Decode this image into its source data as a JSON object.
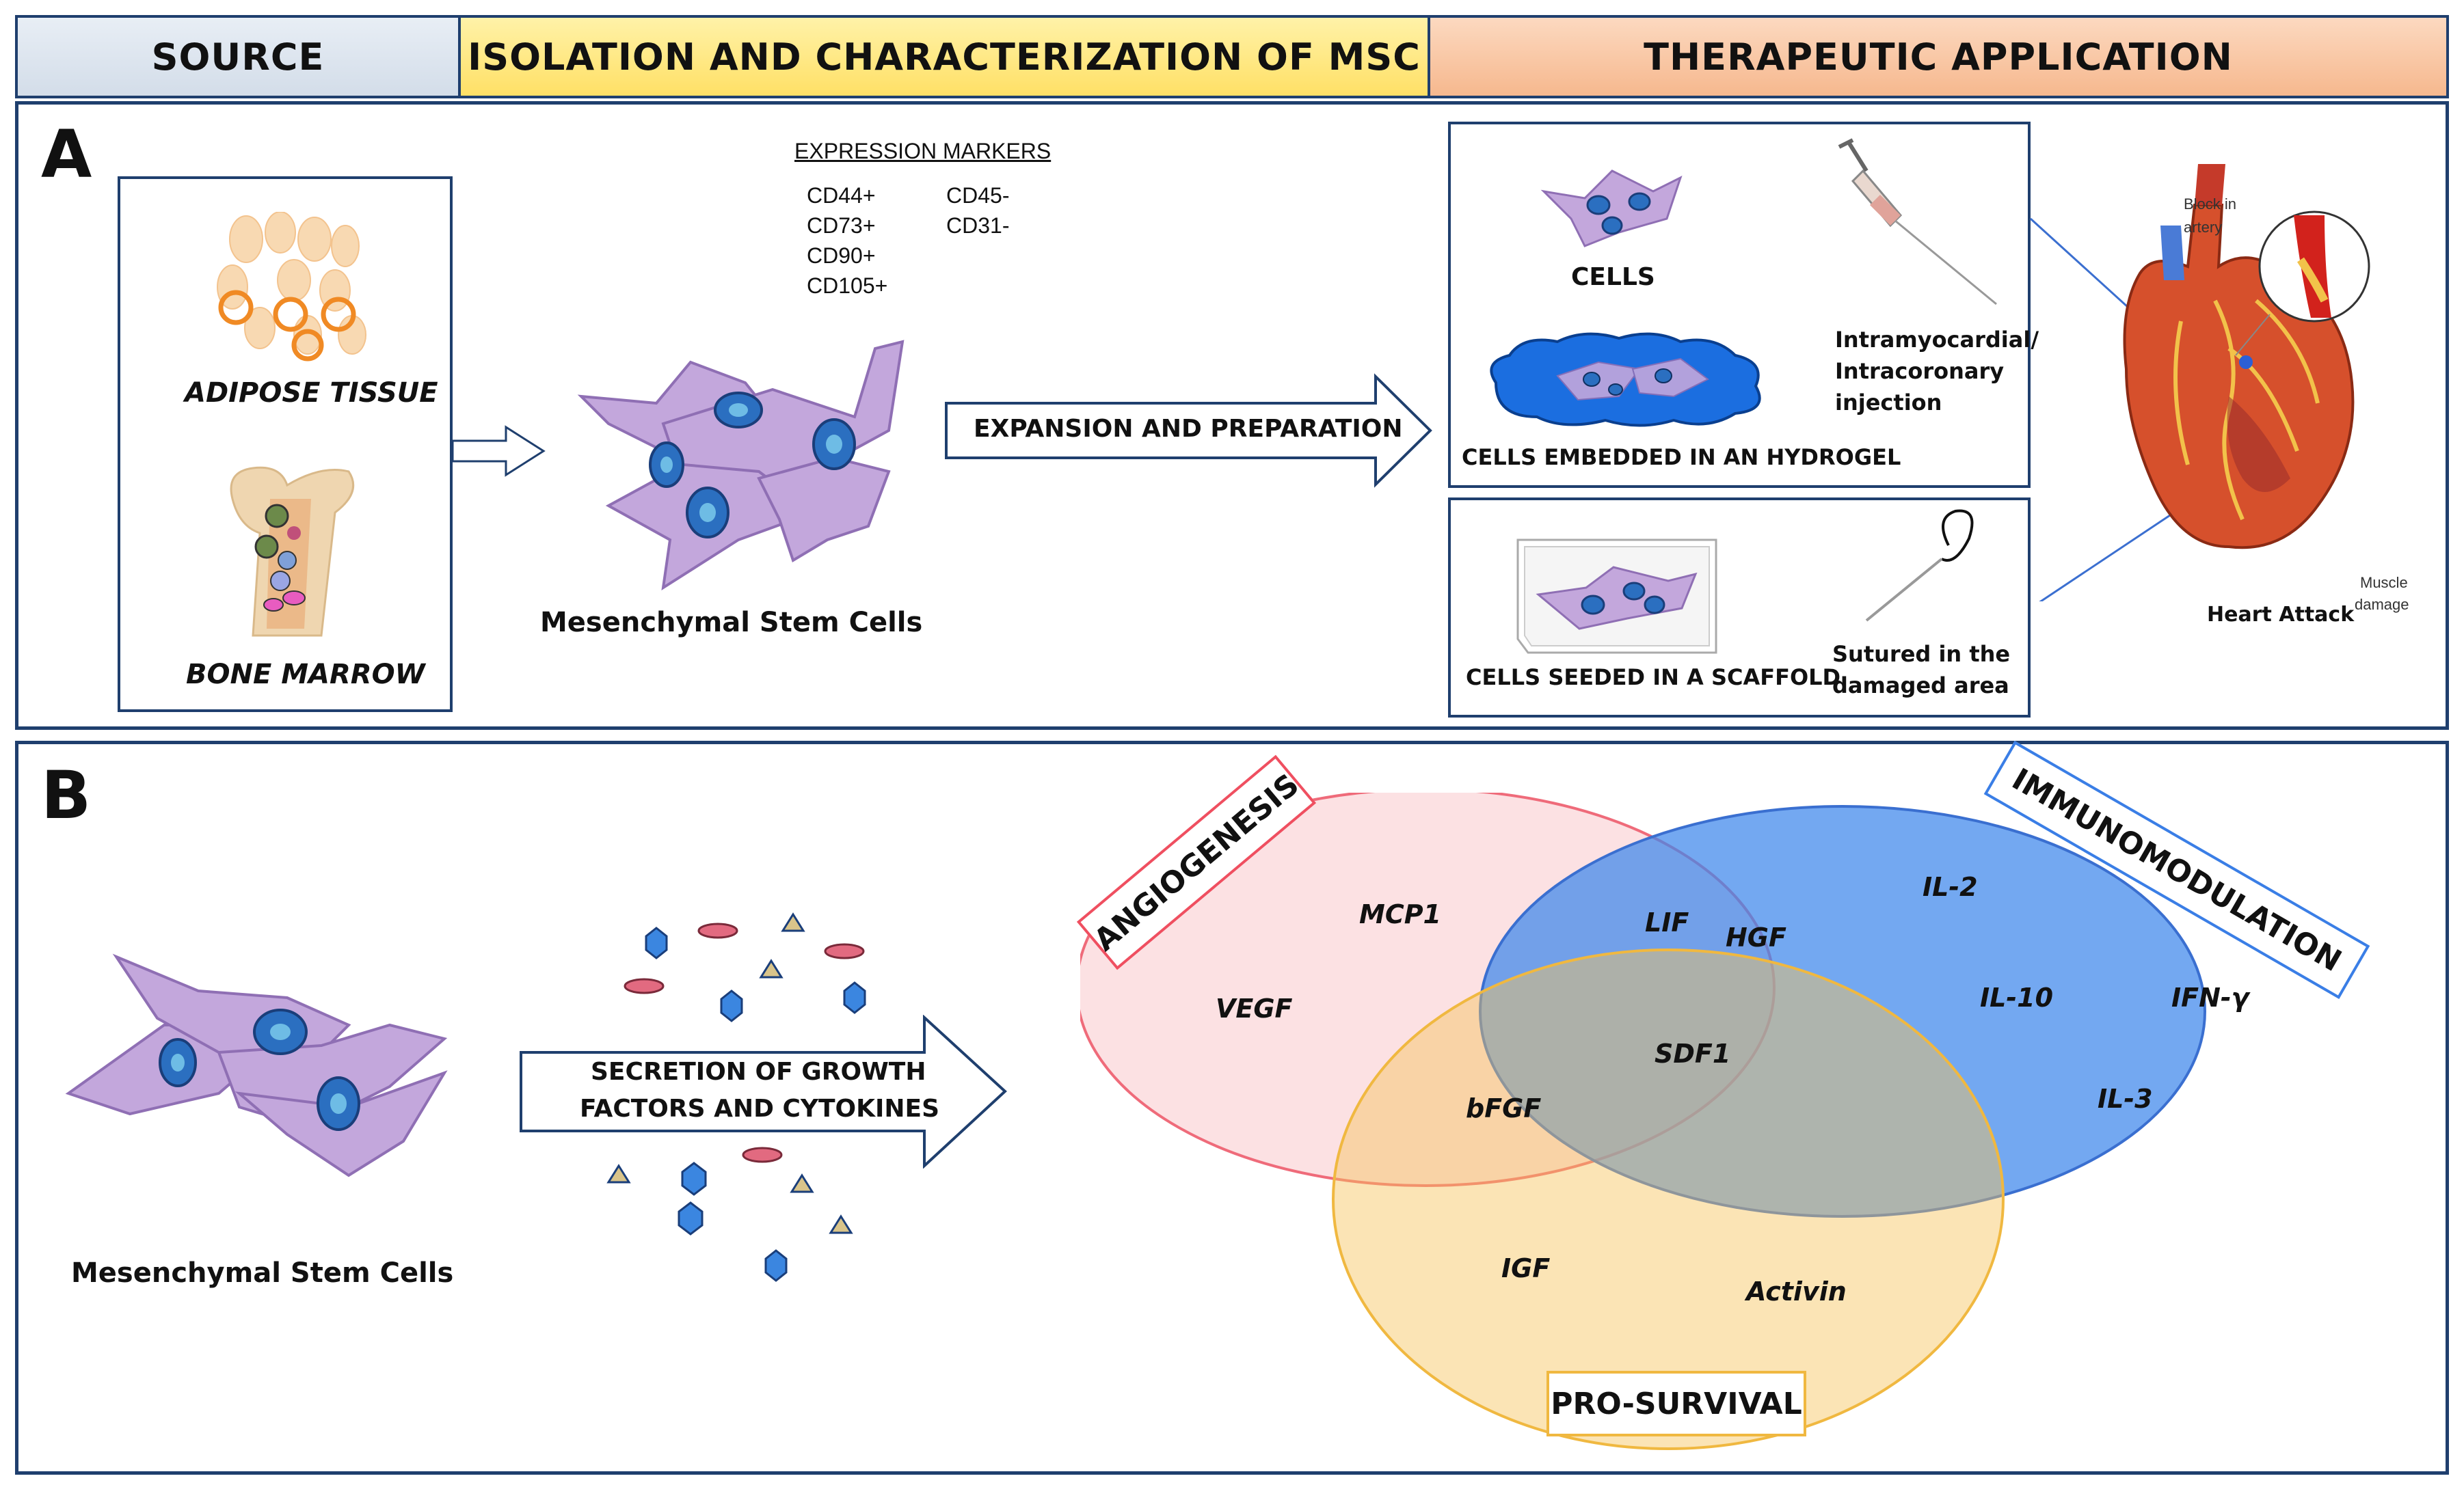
{
  "headers": {
    "source": "SOURCE",
    "isolation": "ISOLATION AND CHARACTERIZATION OF MSC",
    "therapeutic": "THERAPEUTIC APPLICATION"
  },
  "panel_a": {
    "label": "A",
    "sources": {
      "adipose": "ADIPOSE TISSUE",
      "bone_marrow": "BONE MARROW"
    },
    "expression_markers_title": "EXPRESSION MARKERS",
    "markers_positive": [
      "CD44+",
      "CD73+",
      "CD90+",
      "CD105+"
    ],
    "markers_negative": [
      "CD45-",
      "CD31-"
    ],
    "msc_caption": "Mesenchymal Stem Cells",
    "expansion_arrow": "EXPANSION AND PREPARATION",
    "therapy": {
      "cells": "CELLS",
      "hydrogel": "CELLS EMBEDDED IN AN HYDROGEL",
      "injection": [
        "Intramyocardial/",
        "Intracoronary",
        "injection"
      ],
      "scaffold": "CELLS SEEDED IN A SCAFFOLD",
      "sutured": [
        "Sutured in the",
        "damaged area"
      ]
    },
    "heart": {
      "block": [
        "Block in",
        "artery"
      ],
      "caption": "Heart Attack",
      "damage": [
        "Muscle",
        "damage"
      ]
    }
  },
  "panel_b": {
    "label": "B",
    "msc_caption": "Mesenchymal Stem Cells",
    "secretion_arrow": [
      "SECRETION OF GROWTH",
      "FACTORS AND CYTOKINES"
    ],
    "venn": {
      "angiogenesis": "ANGIOGENESIS",
      "immunomodulation": "IMMUNOMODULATION",
      "pro_survival": "PRO-SURVIVAL",
      "factors": {
        "mcp1": "MCP1",
        "vegf": "VEGF",
        "lif": "LIF",
        "hgf": "HGF",
        "il2": "IL-2",
        "il10": "IL-10",
        "ifn": "IFN-γ",
        "il3": "IL-3",
        "sdf1": "SDF1",
        "bfgf": "bFGF",
        "igf": "IGF",
        "activin": "Activin"
      }
    }
  },
  "colors": {
    "frame": "#1f3f6e",
    "source_header": "#dce6f0",
    "isolation_header": "#ffe680",
    "therapeutic_header": "#f9c9a6",
    "cell_body": "#c3a7dc",
    "nucleus": "#2a6db5",
    "angiogenesis": "#f7c0c5",
    "immunomodulation": "#5b9bf0",
    "pro_survival": "#fbd98a"
  }
}
